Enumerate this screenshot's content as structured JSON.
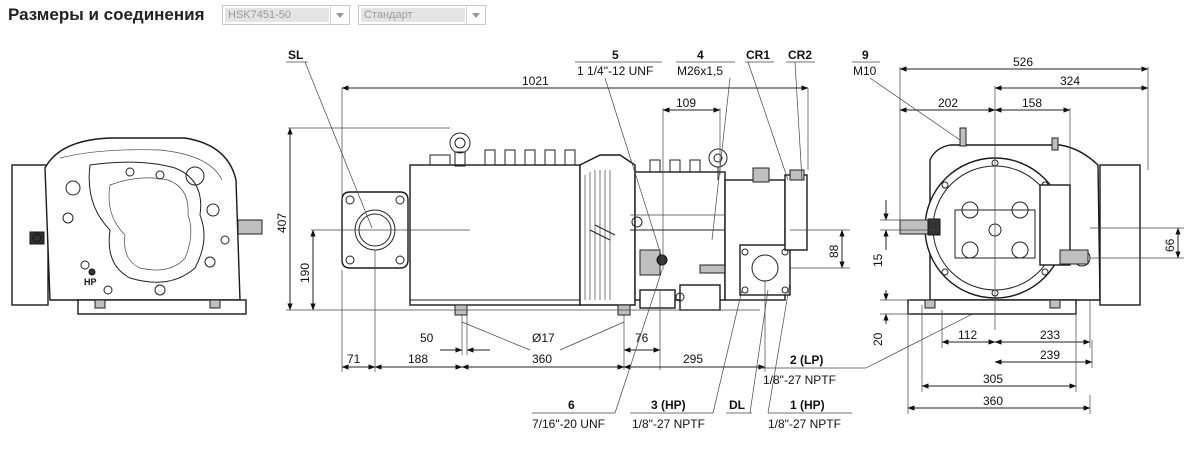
{
  "header": {
    "title": "Размеры и соединения",
    "model_select_value": "HSK7451-50",
    "variant_select_value": "Стандарт"
  },
  "side_view": {
    "labels": {
      "hp": "HP"
    }
  },
  "front_view": {
    "callouts": {
      "sl": "SL",
      "c5_num": "5",
      "c5_spec": "1 1/4\"-12 UNF",
      "c4_num": "4",
      "c4_spec": "M26x1,5",
      "cr1": "CR1",
      "cr2": "CR2",
      "c6_num": "6",
      "c6_spec": "7/16\"-20 UNF",
      "c3_num": "3 (HP)",
      "c3_spec": "1/8\"-27 NPTF",
      "dl": "DL",
      "c1_num": "1 (HP)",
      "c1_spec": "1/8\"-27 NPTF",
      "c2_num": "2 (LP)",
      "c2_spec": "1/8\"-27 NPTF"
    },
    "dims": {
      "d1021": "1021",
      "d109": "109",
      "d407": "407",
      "d190": "190",
      "d88": "88",
      "d50": "50",
      "d_hole": "Ø17",
      "d76": "76",
      "d71": "71",
      "d188": "188",
      "d360": "360",
      "d295": "295"
    }
  },
  "end_view": {
    "callouts": {
      "c9_num": "9",
      "c9_spec": "M10"
    },
    "dims": {
      "d526": "526",
      "d324": "324",
      "d202": "202",
      "d158": "158",
      "d15": "15",
      "d66": "66",
      "d20": "20",
      "d112": "112",
      "d233": "233",
      "d239": "239",
      "d305": "305",
      "d360": "360"
    }
  }
}
